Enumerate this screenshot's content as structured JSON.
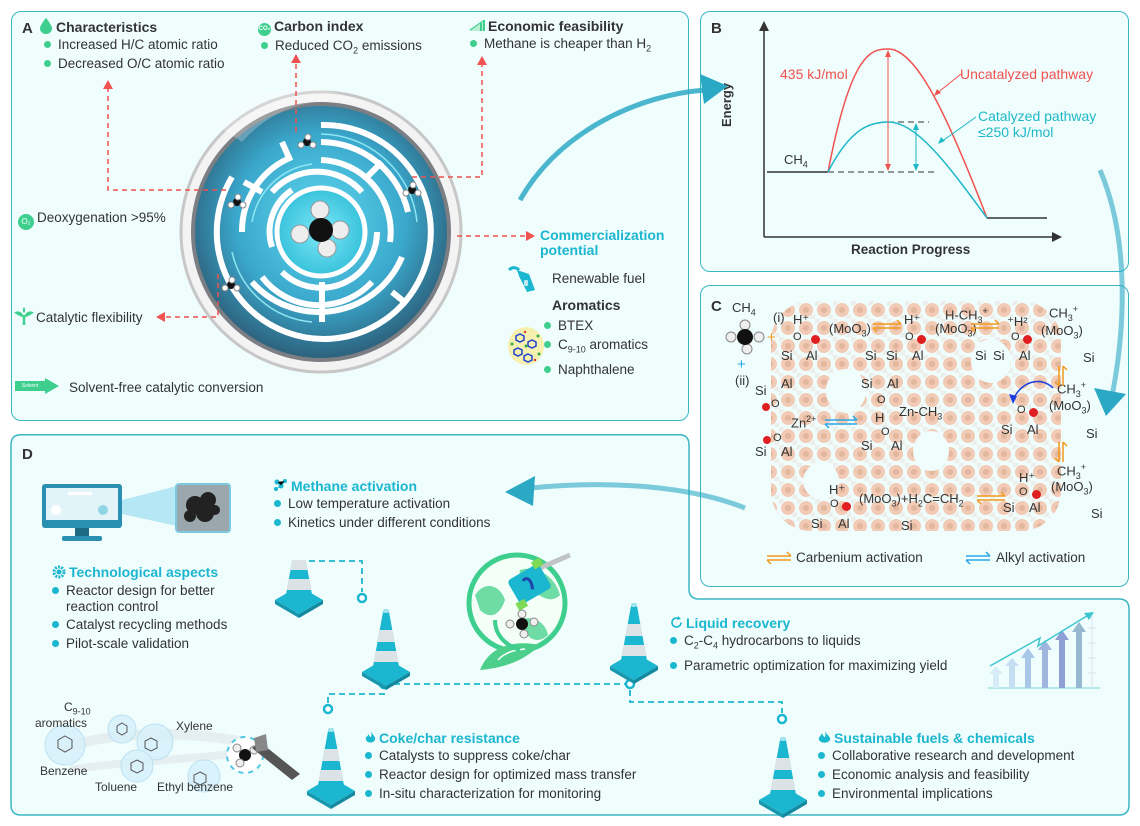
{
  "colors": {
    "panel_border": "#3bb7c4",
    "panel_bg": "#f0fdfd",
    "accent_teal": "#1bb6cf",
    "accent_green": "#3ecf8e",
    "uncatalyzed_red": "#f0524f",
    "catalyzed_teal": "#1fb8c8",
    "carbenium_orange": "#f39a1d",
    "alkyl_blue": "#2aa7e8"
  },
  "panel_a": {
    "label": "A",
    "characteristics": {
      "icon": "water-drop-icon",
      "title": "Characteristics",
      "items": [
        "Increased H/C atomic ratio",
        "Decreased O/C atomic ratio"
      ]
    },
    "carbon_index": {
      "icon": "co2-icon",
      "icon_text": "CO₂",
      "title": "Carbon index",
      "item_prefix": "Reduced CO",
      "item_sub": "2",
      "item_suffix": " emissions"
    },
    "economic": {
      "icon": "rising-bars-icon",
      "title": "Economic feasibility",
      "item_prefix": "Methane is cheaper than H",
      "item_sub": "2"
    },
    "deoxygenation": {
      "icon": "o2-icon",
      "icon_text": "O₂",
      "text": "Deoxygenation >95%"
    },
    "flexibility": {
      "icon": "sprout-icon",
      "text": "Catalytic flexibility"
    },
    "solvent_free": {
      "icon": "solvent-arrow-icon",
      "icon_text": "Solvent",
      "text": "Solvent-free catalytic conversion"
    },
    "commercialization": {
      "title_line1": "Commercialization",
      "title_line2": "potential",
      "renewable_fuel": "Renewable fuel",
      "aromatics_title": "Aromatics",
      "aromatics_items": [
        "BTEX",
        "C",
        "Naphthalene"
      ],
      "c910_sub": "9-10",
      "c910_suffix": " aromatics"
    }
  },
  "panel_b": {
    "label": "B",
    "y_axis": "Energy",
    "x_axis": "Reaction Progress",
    "reactant": "CH",
    "reactant_sub": "4",
    "uncatalyzed_energy": "435 kJ/mol",
    "uncatalyzed_label": "Uncatalyzed pathway",
    "catalyzed_label": "Catalyzed pathway",
    "catalyzed_energy": "≤250 kJ/mol"
  },
  "panel_c": {
    "label": "C",
    "methane": "CH",
    "methane_sub": "4",
    "route_i": "(i)",
    "route_ii": "(ii)",
    "plus": "+",
    "legend_carbenium": "Carbenium activation",
    "legend_alkyl": "Alkyl activation",
    "atoms": {
      "si": "Si",
      "al": "Al",
      "o": "O",
      "h_plus": "H⁺",
      "mo": "(MoO",
      "mo_sub": "3",
      "mo_close": ")",
      "h_ch3": "H-CH",
      "ch3": "CH",
      "ch3_sub": "3",
      "plus_sup": "+",
      "h2": "⁺H²",
      "zn2": "Zn",
      "zn2_sup": "2+",
      "zn_ch3": "Zn-CH",
      "h": "H",
      "ethylene": "+H",
      "ethylene_mid": "C=CH",
      "ethylene_sub": "2"
    }
  },
  "panel_d": {
    "label": "D",
    "methane_activation": {
      "icon": "molecule-icon",
      "title": "Methane activation",
      "items": [
        "Low temperature activation",
        "Kinetics under different conditions"
      ]
    },
    "technological": {
      "icon": "gear-icon",
      "title": "Technological aspects",
      "items": [
        "Reactor design for better",
        "reaction control",
        "Catalyst recycling methods",
        "Pilot-scale validation"
      ]
    },
    "liquid_recovery": {
      "icon": "refresh-icon",
      "title": "Liquid recovery",
      "item1_c2": "C",
      "item1_sub2": "2",
      "item1_mid": "-C",
      "item1_sub4": "4",
      "item1_suffix": " hydrocarbons to liquids",
      "item2": "Parametric optimization for maximizing yield"
    },
    "coke": {
      "icon": "flame-icon",
      "title": "Coke/char resistance",
      "items": [
        "Catalysts to suppress coke/char",
        "Reactor design for optimized mass transfer",
        "In-situ characterization for monitoring"
      ]
    },
    "sustainable": {
      "icon": "fire-icon",
      "title": "Sustainable fuels & chemicals",
      "items": [
        "Collaborative research and development",
        "Economic analysis and feasibility",
        "Environmental implications"
      ]
    },
    "products": {
      "c910": "C",
      "c910_sub": "9-10",
      "aromatics": "aromatics",
      "xylene": "Xylene",
      "benzene": "Benzene",
      "toluene": "Toluene",
      "ethylbenzene": "Ethyl benzene"
    }
  }
}
